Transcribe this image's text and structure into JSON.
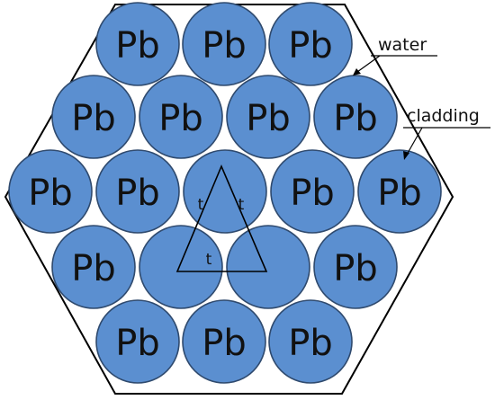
{
  "assembly": {
    "rod_label": "Pb",
    "rod_color": "#5b8fd0",
    "outline_color": "#000000",
    "rows": [
      [
        "Pb",
        "Pb",
        "Pb"
      ],
      [
        "Pb",
        "Pb",
        "Pb",
        "Pb"
      ],
      [
        "Pb",
        "Pb",
        "",
        "Pb",
        "Pb"
      ],
      [
        "Pb",
        "",
        "",
        "Pb"
      ],
      [
        "Pb",
        "Pb",
        "Pb"
      ]
    ]
  },
  "unit_cell": {
    "side_label": "t",
    "labels": [
      "t",
      "t",
      "t"
    ]
  },
  "callouts": {
    "water": "water",
    "cladding": "cladding"
  }
}
